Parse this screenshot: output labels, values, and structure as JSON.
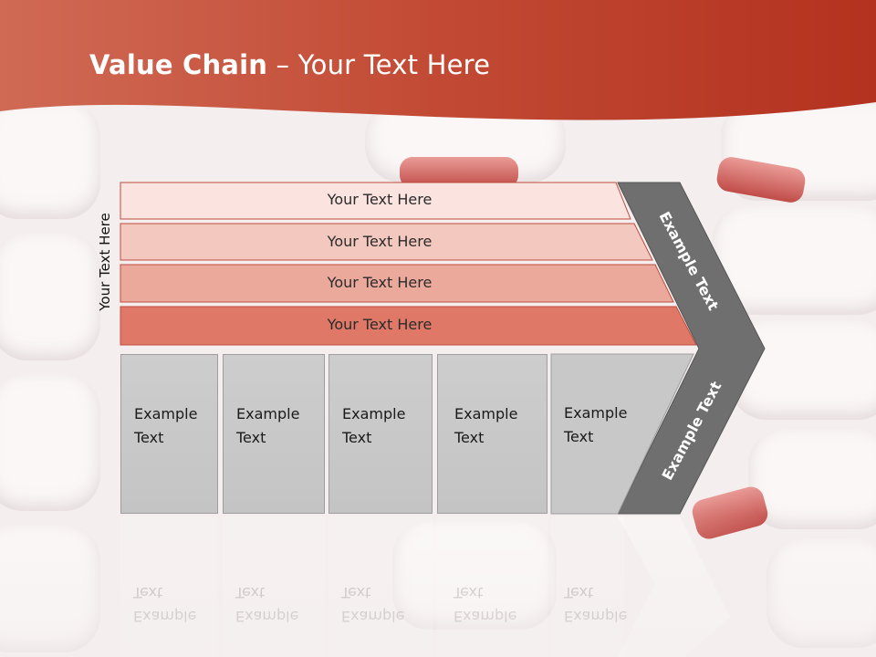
{
  "title": {
    "bold": "Value Chain",
    "rest": " – Your Text Here"
  },
  "side_label": "Your Text Here",
  "bars": [
    {
      "label": "Your Text Here",
      "color": "#fbe3df"
    },
    {
      "label": "Your Text Here",
      "color": "#f3c8bf"
    },
    {
      "label": "Your Text Here",
      "color": "#eba99c"
    },
    {
      "label": "Your Text Here",
      "color": "#df7867"
    }
  ],
  "boxes": [
    {
      "line1": "Example",
      "line2": "Text"
    },
    {
      "line1": "Example",
      "line2": "Text"
    },
    {
      "line1": "Example",
      "line2": "Text"
    },
    {
      "line1": "Example",
      "line2": "Text"
    },
    {
      "line1": "Example",
      "line2": "Text"
    }
  ],
  "chevron": {
    "upper": "Example Text",
    "lower": "Example Text",
    "color": "#6f6f6f"
  },
  "colors": {
    "header": "#c4402a",
    "background": "#f4eeee"
  }
}
